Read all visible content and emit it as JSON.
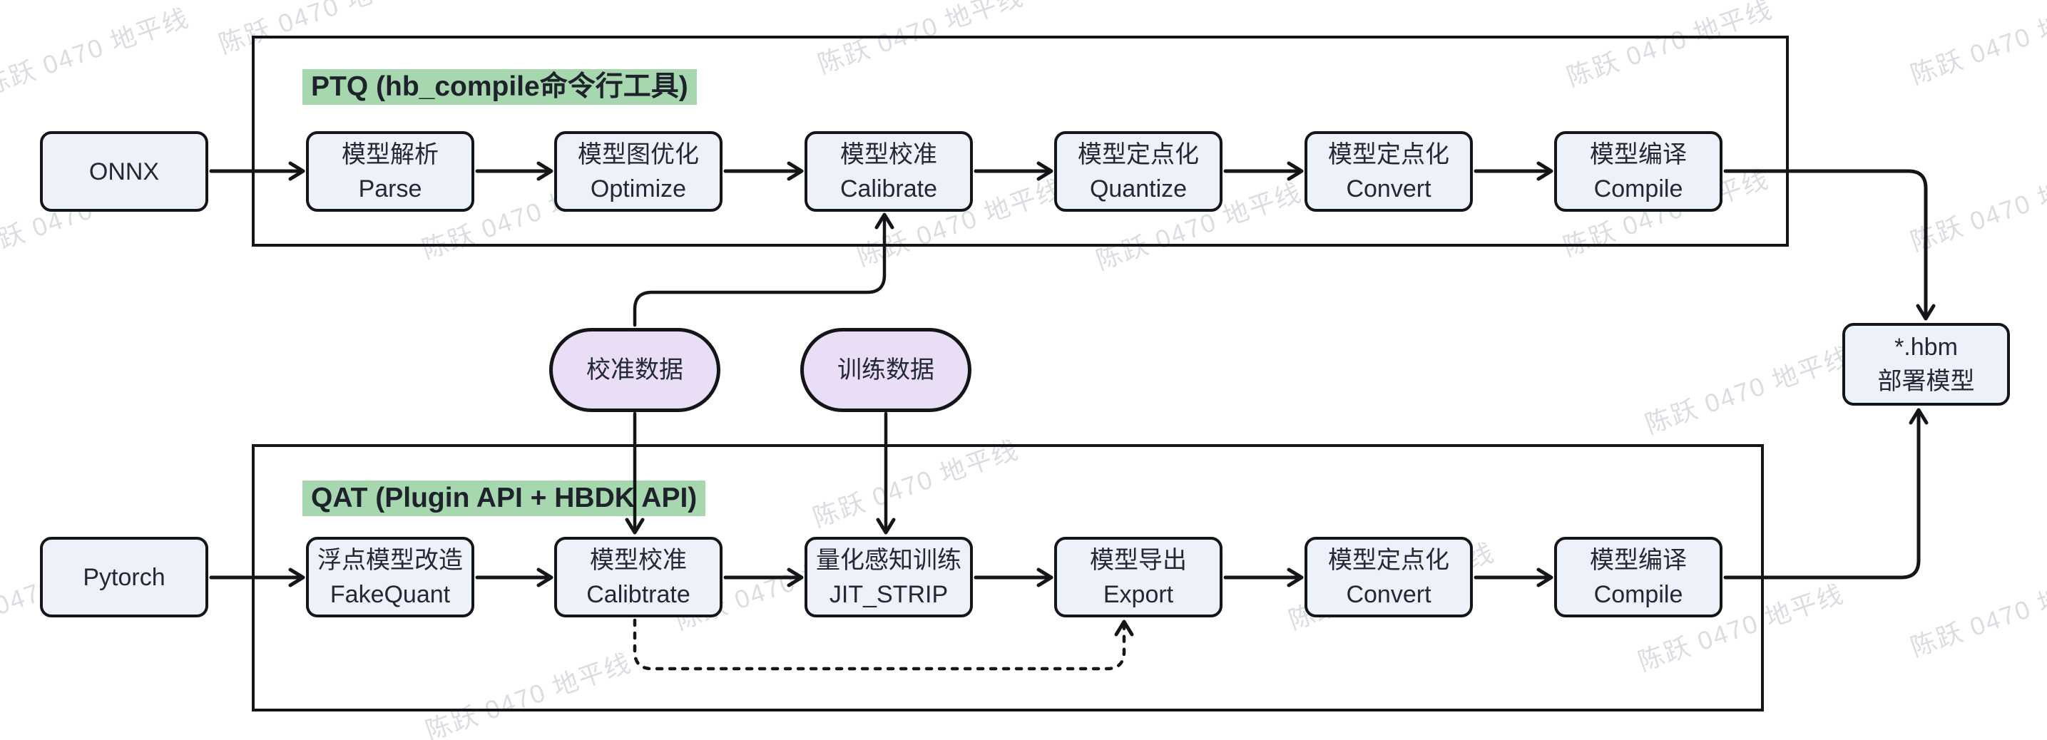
{
  "watermark": {
    "text": "陈跃 0470 地平线"
  },
  "ptq": {
    "title": "PTQ (hb_compile命令行工具)",
    "input": "ONNX",
    "steps": [
      {
        "cn": "模型解析",
        "en": "Parse"
      },
      {
        "cn": "模型图优化",
        "en": "Optimize"
      },
      {
        "cn": "模型校准",
        "en": "Calibrate"
      },
      {
        "cn": "模型定点化",
        "en": "Quantize"
      },
      {
        "cn": "模型定点化",
        "en": "Convert"
      },
      {
        "cn": "模型编译",
        "en": "Compile"
      }
    ]
  },
  "qat": {
    "title": "QAT (Plugin API + HBDK API)",
    "input": "Pytorch",
    "steps": [
      {
        "cn": "浮点模型改造",
        "en": "FakeQuant"
      },
      {
        "cn": "模型校准",
        "en": "Calibtrate"
      },
      {
        "cn": "量化感知训练",
        "en": "JIT_STRIP"
      },
      {
        "cn": "模型导出",
        "en": "Export"
      },
      {
        "cn": "模型定点化",
        "en": "Convert"
      },
      {
        "cn": "模型编译",
        "en": "Compile"
      }
    ]
  },
  "data_nodes": {
    "calibration": "校准数据",
    "training": "训练数据"
  },
  "output": {
    "line1": "*.hbm",
    "line2": "部署模型"
  },
  "colors": {
    "box_fill": "#edf1fa",
    "stadium_fill": "#e9def6",
    "highlight": "#a6d7ae",
    "line": "#141519",
    "text": "#232833",
    "watermark": "#c3c7cf"
  }
}
